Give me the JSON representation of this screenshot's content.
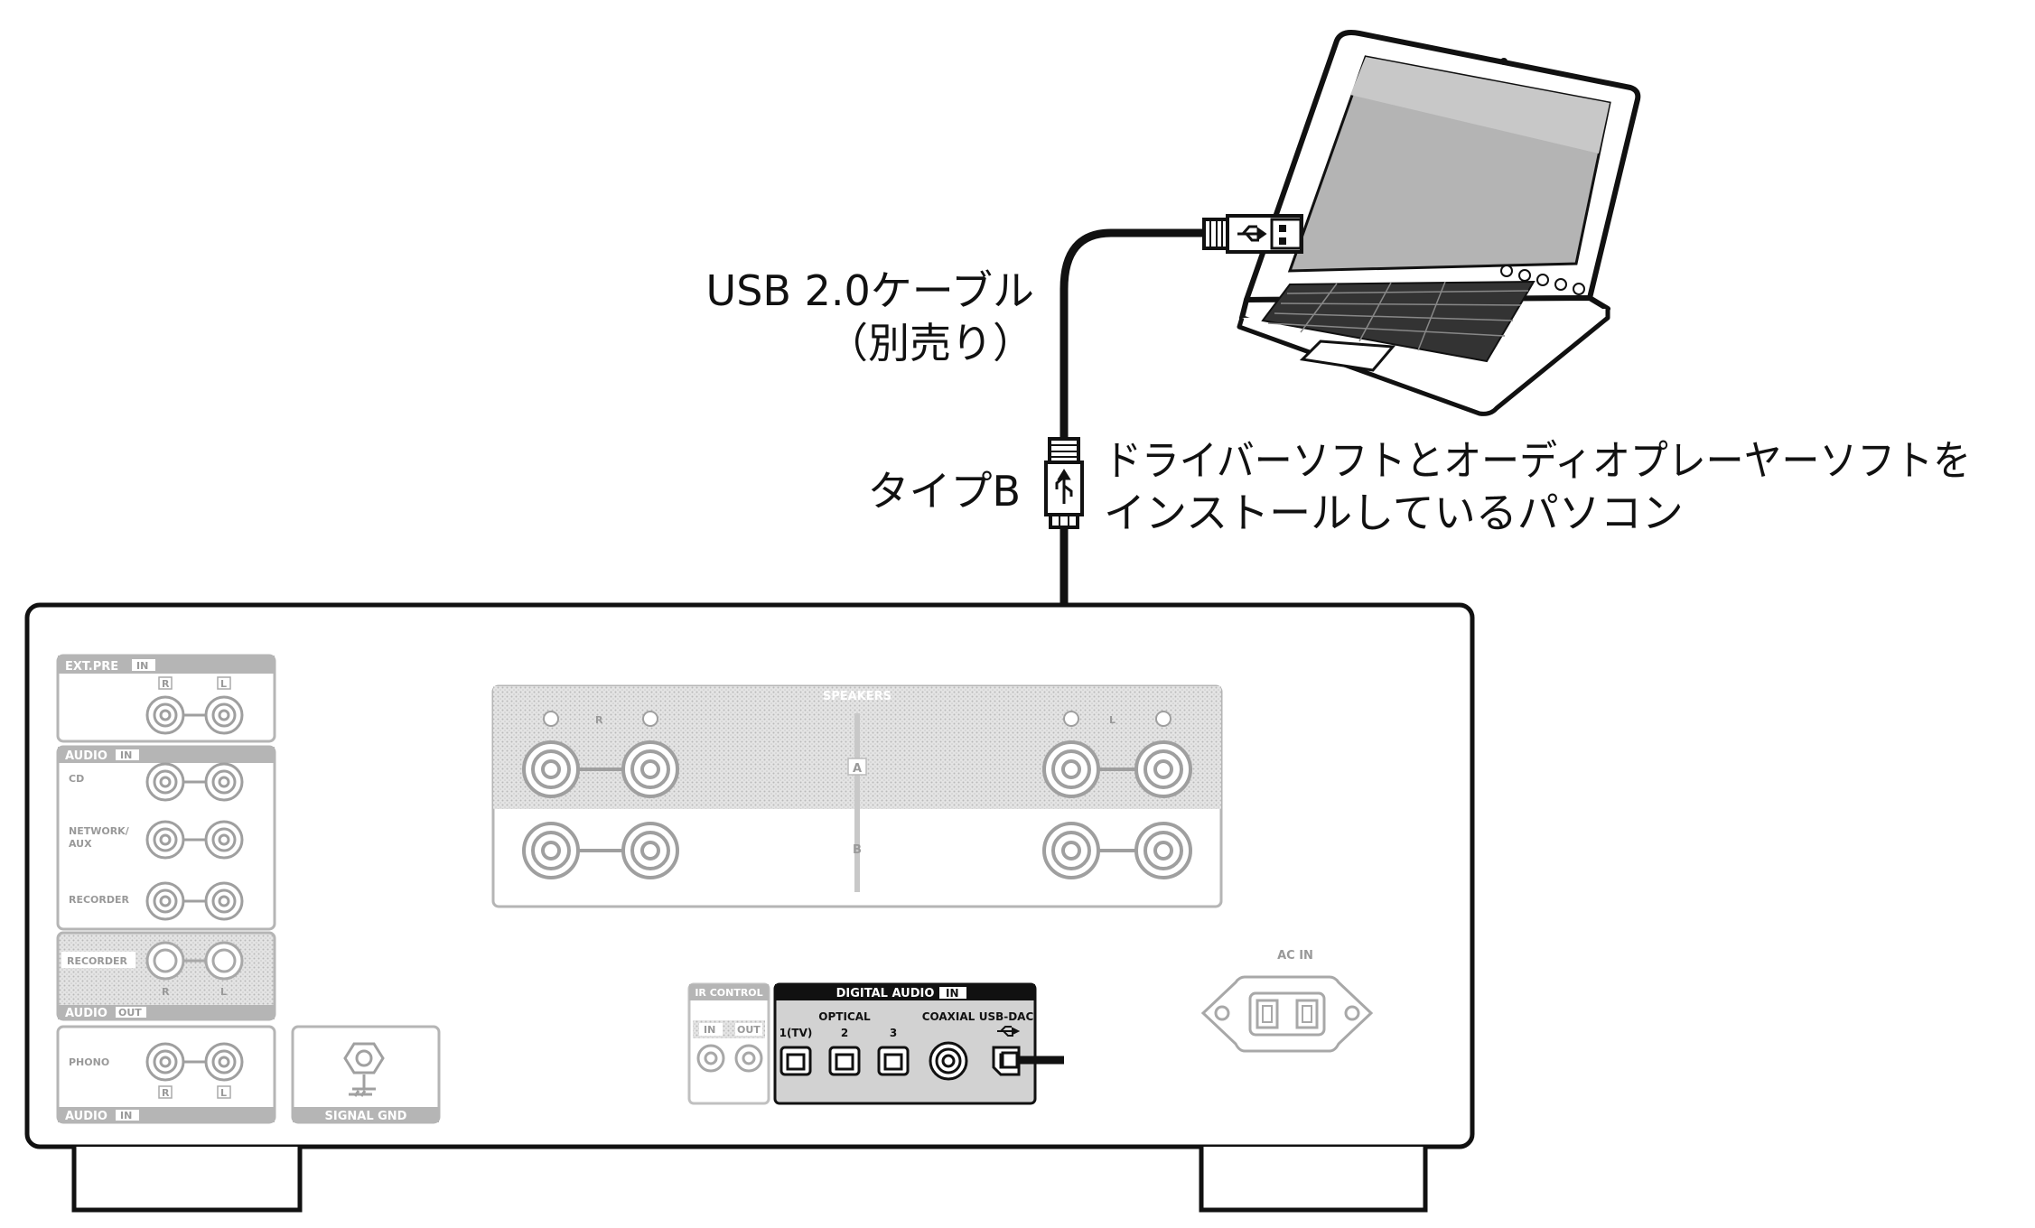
{
  "labels": {
    "cable_line1": "USB 2.0ケーブル",
    "cable_line2": "（別売り）",
    "type_b": "タイプB",
    "pc_line1": "ドライバーソフトとオーディオプレーヤーソフトを",
    "pc_line2": "インストールしているパソコン"
  },
  "panel": {
    "ext_pre": "EXT.PRE",
    "in": "IN",
    "out": "OUT",
    "r": "R",
    "l": "L",
    "audio": "AUDIO",
    "cd": "CD",
    "network": "NETWORK/",
    "aux": "AUX",
    "recorder": "RECORDER",
    "phono": "PHONO",
    "signal_gnd": "SIGNAL GND",
    "speakers": "SPEAKERS",
    "a": "A",
    "b": "B",
    "ir_control": "IR CONTROL",
    "digital_audio": "DIGITAL AUDIO",
    "optical": "OPTICAL",
    "opt1": "1(TV)",
    "opt2": "2",
    "opt3": "3",
    "coaxial": "COAXIAL",
    "usb_dac": "USB-DAC",
    "ac_in": "AC IN"
  },
  "colors": {
    "line": "#111111",
    "panel_gray": "#aaaaaa",
    "panel_fill": "#e2e2e2",
    "highlight_fill": "#d2d2d2"
  },
  "icons": [
    "laptop-icon",
    "usb-a-plug-icon",
    "usb-b-plug-icon",
    "usb-symbol-icon",
    "ground-icon"
  ]
}
